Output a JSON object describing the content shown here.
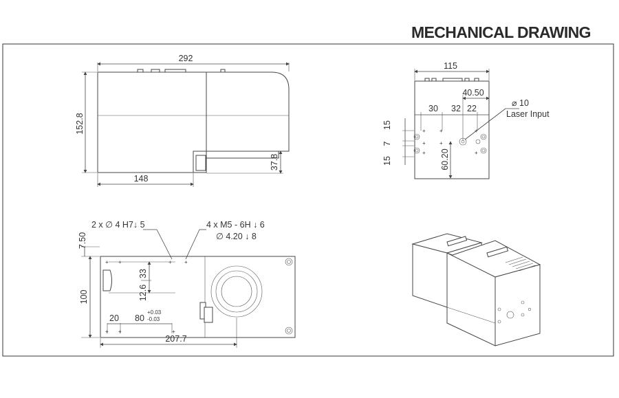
{
  "title": "MECHANICAL DRAWING",
  "side_view": {
    "width": "292",
    "height": "152.8",
    "base": "148",
    "offset": "37.8"
  },
  "front_view": {
    "width": "115",
    "d1": "40.50",
    "d2": "30",
    "d3": "32",
    "d4": "22",
    "v1": "15",
    "v2": "7",
    "v3": "15",
    "v4": "60.20",
    "diameter": "10",
    "laser_label": "Laser Input"
  },
  "bottom_view": {
    "note1": "2 x ∅ 4 H7↓ 5",
    "note2": "4 x  M5 - 6H ↓ 6",
    "note3": "∅ 4.20 ↓ 8",
    "d1": "7.50",
    "d2": "33",
    "d3": "12.6",
    "d4": "100",
    "d5": "20",
    "d6": "80",
    "tol_plus": "+0.03",
    "tol_minus": "-0.03",
    "d7": "207.7"
  },
  "colors": {
    "line": "#444444",
    "text": "#333333"
  }
}
